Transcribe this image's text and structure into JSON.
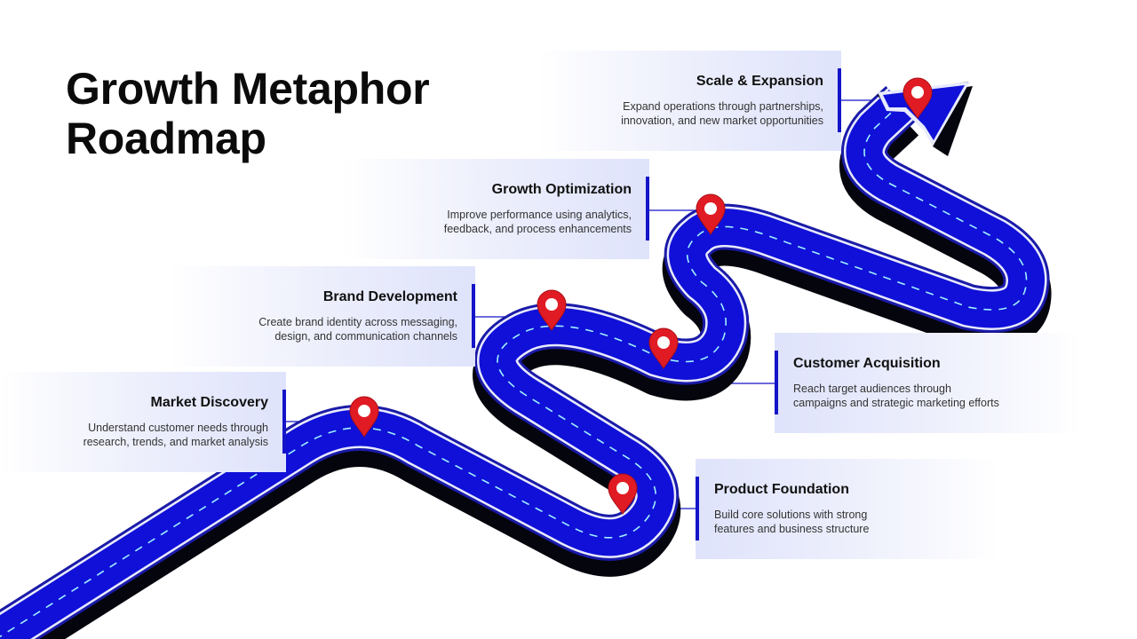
{
  "title": {
    "line1": "Growth Metaphor",
    "line2": "Roadmap"
  },
  "colors": {
    "road": "#1010d8",
    "road_edge": "#1a1aa8",
    "road_side": "#05050d",
    "pin": "#e01b24",
    "accent_bar": "#1414c8"
  },
  "stages": [
    {
      "id": "market-discovery",
      "title": "Market Discovery",
      "description": [
        "Understand customer needs through",
        "research, trends, and market analysis"
      ]
    },
    {
      "id": "product-foundation",
      "title": "Product Foundation",
      "description": [
        "Build core solutions with strong",
        "features and business structure"
      ]
    },
    {
      "id": "brand-development",
      "title": "Brand Development",
      "description": [
        "Create brand identity across messaging,",
        "design, and communication channels"
      ]
    },
    {
      "id": "customer-acquisition",
      "title": "Customer Acquisition",
      "description": [
        "Reach target audiences through",
        "campaigns and strategic marketing efforts"
      ]
    },
    {
      "id": "growth-optimization",
      "title": "Growth Optimization",
      "description": [
        "Improve performance using analytics,",
        "feedback, and process enhancements"
      ]
    },
    {
      "id": "scale-expansion",
      "title": "Scale & Expansion",
      "description": [
        "Expand operations through partnerships,",
        "innovation, and new market opportunities"
      ]
    }
  ]
}
